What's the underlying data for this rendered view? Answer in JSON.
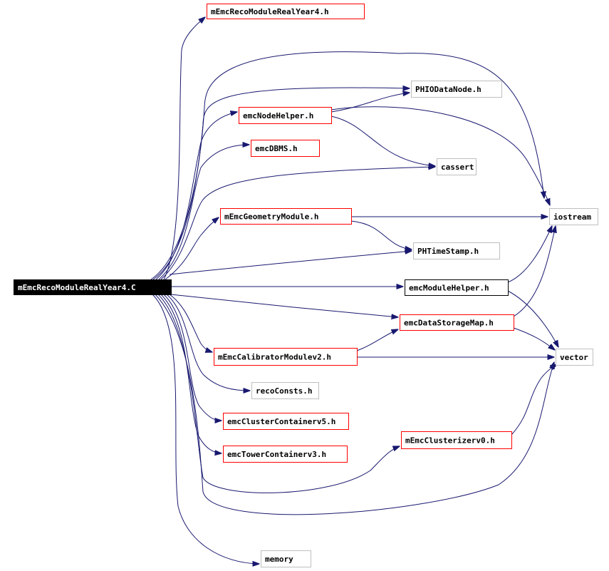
{
  "graph": {
    "root": {
      "id": "root",
      "label": "mEmcRecoModuleRealYear4.C"
    },
    "nodes": [
      {
        "id": "mEmcRecoModuleRealYear4_h",
        "label": "mEmcRecoModuleRealYear4.h",
        "kind": "documented"
      },
      {
        "id": "PHIODataNode_h",
        "label": "PHIODataNode.h",
        "kind": "external"
      },
      {
        "id": "emcNodeHelper_h",
        "label": "emcNodeHelper.h",
        "kind": "documented"
      },
      {
        "id": "emcDBMS_h",
        "label": "emcDBMS.h",
        "kind": "documented"
      },
      {
        "id": "cassert",
        "label": "cassert",
        "kind": "external"
      },
      {
        "id": "mEmcGeometryModule_h",
        "label": "mEmcGeometryModule.h",
        "kind": "documented"
      },
      {
        "id": "iostream",
        "label": "iostream",
        "kind": "external"
      },
      {
        "id": "PHTimeStamp_h",
        "label": "PHTimeStamp.h",
        "kind": "external"
      },
      {
        "id": "emcModuleHelper_h",
        "label": "emcModuleHelper.h",
        "kind": "plain"
      },
      {
        "id": "emcDataStorageMap_h",
        "label": "emcDataStorageMap.h",
        "kind": "documented"
      },
      {
        "id": "mEmcCalibratorModulev2_h",
        "label": "mEmcCalibratorModulev2.h",
        "kind": "documented"
      },
      {
        "id": "vector",
        "label": "vector",
        "kind": "external"
      },
      {
        "id": "recoConsts_h",
        "label": "recoConsts.h",
        "kind": "external"
      },
      {
        "id": "emcClusterContainerv5_h",
        "label": "emcClusterContainerv5.h",
        "kind": "documented"
      },
      {
        "id": "mEmcClusterizerv0_h",
        "label": "mEmcClusterizerv0.h",
        "kind": "documented"
      },
      {
        "id": "emcTowerContainerv3_h",
        "label": "emcTowerContainerv3.h",
        "kind": "documented"
      },
      {
        "id": "memory",
        "label": "memory",
        "kind": "external"
      }
    ],
    "edges": [
      [
        "root",
        "mEmcRecoModuleRealYear4_h"
      ],
      [
        "root",
        "iostream"
      ],
      [
        "root",
        "PHIODataNode_h"
      ],
      [
        "root",
        "emcNodeHelper_h"
      ],
      [
        "root",
        "emcDBMS_h"
      ],
      [
        "root",
        "cassert"
      ],
      [
        "root",
        "mEmcGeometryModule_h"
      ],
      [
        "root",
        "PHTimeStamp_h"
      ],
      [
        "root",
        "emcModuleHelper_h"
      ],
      [
        "root",
        "emcDataStorageMap_h"
      ],
      [
        "root",
        "mEmcCalibratorModulev2_h"
      ],
      [
        "root",
        "recoConsts_h"
      ],
      [
        "root",
        "emcClusterContainerv5_h"
      ],
      [
        "root",
        "emcTowerContainerv3_h"
      ],
      [
        "root",
        "mEmcClusterizerv0_h"
      ],
      [
        "root",
        "vector"
      ],
      [
        "root",
        "memory"
      ],
      [
        "emcNodeHelper_h",
        "PHIODataNode_h"
      ],
      [
        "emcNodeHelper_h",
        "cassert"
      ],
      [
        "emcNodeHelper_h",
        "iostream"
      ],
      [
        "mEmcGeometryModule_h",
        "iostream"
      ],
      [
        "mEmcGeometryModule_h",
        "PHTimeStamp_h"
      ],
      [
        "emcModuleHelper_h",
        "iostream"
      ],
      [
        "emcModuleHelper_h",
        "vector"
      ],
      [
        "emcDataStorageMap_h",
        "iostream"
      ],
      [
        "emcDataStorageMap_h",
        "vector"
      ],
      [
        "mEmcCalibratorModulev2_h",
        "emcDataStorageMap_h"
      ],
      [
        "mEmcCalibratorModulev2_h",
        "vector"
      ],
      [
        "mEmcClusterizerv0_h",
        "vector"
      ]
    ],
    "colors": {
      "edge": "#191970",
      "documented_border": "#ff0000",
      "external_border": "#bfbfbf",
      "plain_border": "#000000",
      "root_fill": "#000000",
      "root_text": "#ffffff",
      "text": "#000000"
    }
  }
}
